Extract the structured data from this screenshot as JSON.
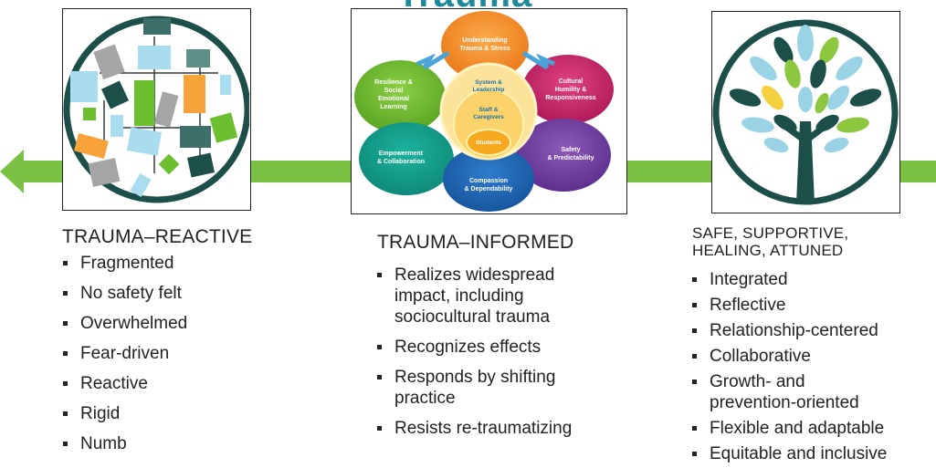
{
  "title_fragment": "Trauma",
  "colors": {
    "arrow": "#7ac143",
    "teal": "#1c8a9a"
  },
  "left": {
    "heading": "TRAUMA–REACTIVE",
    "items": [
      "Fragmented",
      "No safety felt",
      "Overwhelmed",
      "Fear-driven",
      "Reactive",
      "Rigid",
      "Numb"
    ]
  },
  "center": {
    "heading": "TRAUMA–INFORMED",
    "diagram": {
      "top": [
        "Understanding",
        "Trauma & Stress"
      ],
      "left_upper": [
        "Resilience &",
        "Social",
        "Emotional",
        "Learning"
      ],
      "right_upper": [
        "Cultural",
        "Humility &",
        "Responsiveness"
      ],
      "left_lower": [
        "Empowerment",
        "& Collaboration"
      ],
      "right_lower": [
        "Safety",
        "& Predictability"
      ],
      "bottom": [
        "Compassion",
        "& Dependability"
      ],
      "core1": [
        "System &",
        "Leadership"
      ],
      "core2": [
        "Staff &",
        "Caregivers"
      ],
      "core3": "Students"
    },
    "items": [
      [
        "Realizes widespread",
        "impact, including",
        "sociocultural trauma"
      ],
      [
        "Recognizes effects"
      ],
      [
        "Responds by shifting",
        "practice"
      ],
      [
        "Resists re-traumatizing"
      ]
    ]
  },
  "right": {
    "heading": [
      "SAFE, SUPPORTIVE,",
      "HEALING, ATTUNED"
    ],
    "items": [
      [
        "Integrated"
      ],
      [
        "Reflective"
      ],
      [
        "Relationship-centered"
      ],
      [
        "Collaborative"
      ],
      [
        "Growth- and",
        "prevention-oriented"
      ],
      [
        "Flexible and adaptable"
      ],
      [
        "Equitable and inclusive"
      ]
    ]
  }
}
